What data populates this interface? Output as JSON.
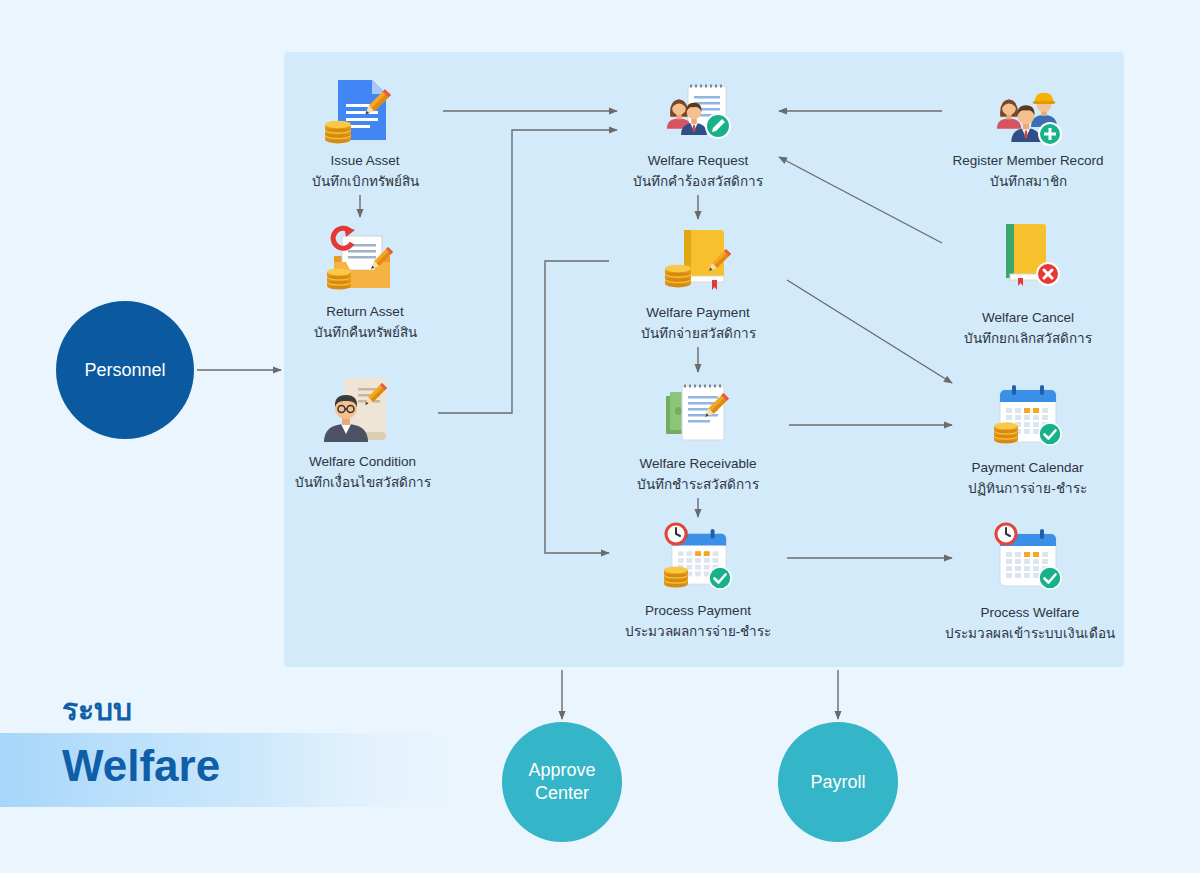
{
  "diagram": {
    "title": "ระบบ Welfare",
    "nodes": [
      {
        "text": [
          "Personnel"
        ]
      },
      {
        "text": []
      },
      {
        "text": [
          "Issue Asset",
          "บันทึกเบิกทรัพย์สิน"
        ],
        "in": 1
      },
      {
        "text": [
          "Welfare Request",
          "บันทึกคำร้องสวัสดิการ"
        ],
        "in": 1
      },
      {
        "text": [
          "Register Member Record",
          "บันทึกสมาชิก"
        ],
        "in": 1
      },
      {
        "text": [
          "Return Asset",
          "บันทึกคืนทรัพย์สิน"
        ],
        "in": 1
      },
      {
        "text": [
          "Welfare Payment",
          "บันทึกจ่ายสวัสดิการ"
        ],
        "in": 1
      },
      {
        "text": [
          "Welfare Cancel",
          "บันทึกยกเลิกสวัสดิการ"
        ],
        "in": 1
      },
      {
        "text": [
          "Welfare Condition",
          "บันทึกเงื่อนไขสวัสดิการ"
        ],
        "in": 1
      },
      {
        "text": [
          "Welfare Receivable",
          "บันทึกชำระสวัสดิการ"
        ],
        "in": 1
      },
      {
        "text": [
          "Payment Calendar",
          "ปฏิทินการจ่าย-ชำระ"
        ],
        "in": 1
      },
      {
        "text": [
          "Process Payment",
          "ประมวลผลการจ่าย-ชำระ"
        ],
        "in": 1
      },
      {
        "text": [
          "Process Welfare",
          "ประมวลผลเข้าระบบเงินเดือน"
        ],
        "in": 1
      },
      {
        "text": [
          "Approve Center"
        ]
      },
      {
        "text": [
          "Payroll"
        ]
      }
    ],
    "edges": [
      {
        "from": 0,
        "to": 1,
        "arrow": "to"
      },
      {
        "from": 2,
        "to": 3,
        "arrow": "to"
      },
      {
        "from": 2,
        "to": 5,
        "arrow": "to"
      },
      {
        "from": 4,
        "to": 3,
        "arrow": "to"
      },
      {
        "from": 7,
        "to": 3,
        "arrow": "to"
      },
      {
        "from": 8,
        "to": 3,
        "arrow": "to"
      },
      {
        "from": 3,
        "to": 6,
        "arrow": "to"
      },
      {
        "from": 6,
        "to": 9,
        "arrow": "to"
      },
      {
        "from": 6,
        "to": 10,
        "arrow": "to"
      },
      {
        "from": 6,
        "to": 11,
        "arrow": "to"
      },
      {
        "from": 9,
        "to": 11,
        "arrow": "to"
      },
      {
        "from": 9,
        "to": 10,
        "arrow": "to"
      },
      {
        "from": 11,
        "to": 12,
        "arrow": "to"
      },
      {
        "from": 1,
        "to": 13,
        "arrow": "to"
      },
      {
        "from": 1,
        "to": 14,
        "arrow": "to"
      }
    ]
  }
}
